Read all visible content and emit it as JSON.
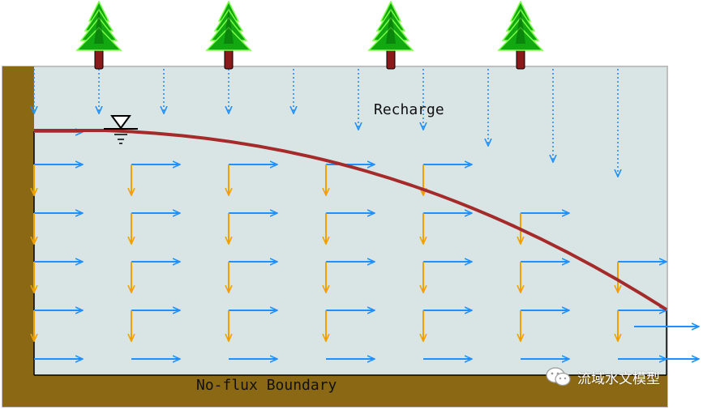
{
  "diagram": {
    "recharge_label": "Recharge",
    "boundary_label": "No-flux Boundary",
    "watermark_text": "流域水文模型",
    "watermark_icon": "wechat-icon",
    "tree_icon": "pine-tree-icon",
    "water_table_icon": "water-table-triangle-icon"
  },
  "colors": {
    "aquifer": "#d9e4e4",
    "soil": "#8b6914",
    "water_table": "#a52a2a",
    "horizontal_flow": "#1e90ff",
    "vertical_flow": "#f0a000",
    "recharge_arrow": "#1e90ff",
    "tree_foliage": "#11a811",
    "tree_trunk": "#8b1a1a"
  }
}
